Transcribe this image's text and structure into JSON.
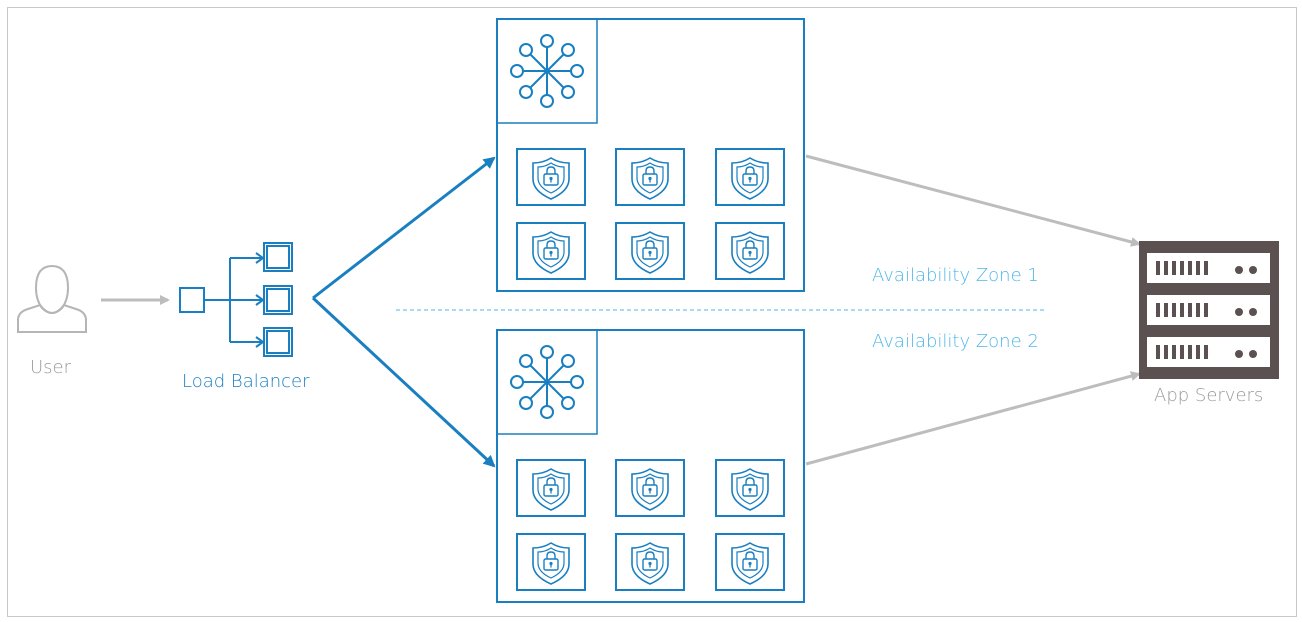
{
  "nodes": {
    "user": {
      "label": "User",
      "icon": "user-icon"
    },
    "load_balancer": {
      "label": "Load Balancer",
      "icon": "load-balancer-icon"
    },
    "app_servers": {
      "label": "App Servers",
      "icon": "server-rack-icon"
    }
  },
  "zones": [
    {
      "label": "Availability Zone 1",
      "hub_icon": "hub-icon",
      "instance_icon": "shield-lock-icon",
      "instance_count": 6
    },
    {
      "label": "Availability Zone 2",
      "hub_icon": "hub-icon",
      "instance_icon": "shield-lock-icon",
      "instance_count": 6
    }
  ],
  "colors": {
    "primary_blue": "#1a7fc1",
    "light_blue": "#4fb6e8",
    "gray": "#bdbdbd",
    "server_dark": "#5a5150"
  }
}
